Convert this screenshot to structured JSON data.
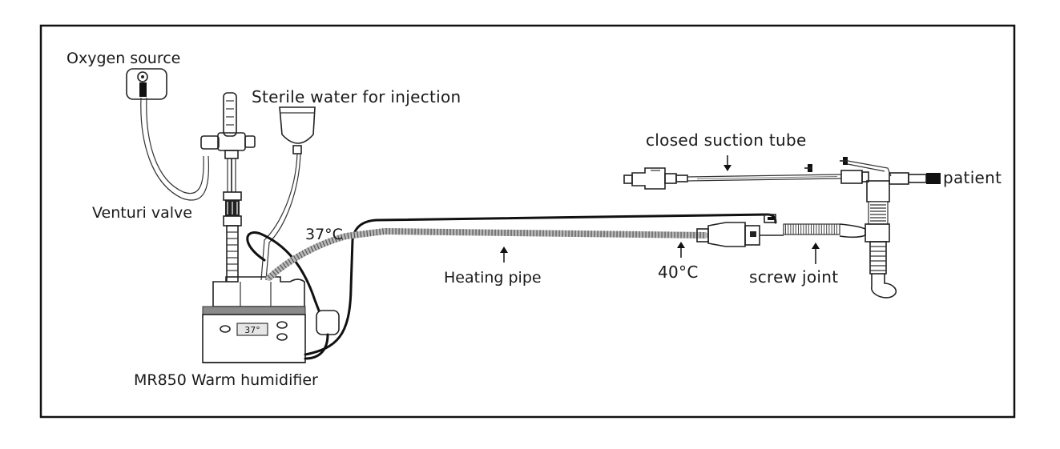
{
  "labels": {
    "oxygen_source": "Oxygen source",
    "sterile_water": "Sterile water for injection",
    "venturi_valve": "Venturi valve",
    "temp_37": "37°C",
    "closed_suction_tube": "closed suction tube",
    "patient": "patient",
    "heating_pipe": "Heating pipe",
    "temp_40": "40°C",
    "screw_joint": "screw joint",
    "humidifier": "MR850 Warm humidifier",
    "display_reading": "37°"
  },
  "colors": {
    "ink": "#111111",
    "hose": "#b8b8b8",
    "humidifier_band": "#8a8a8a"
  }
}
